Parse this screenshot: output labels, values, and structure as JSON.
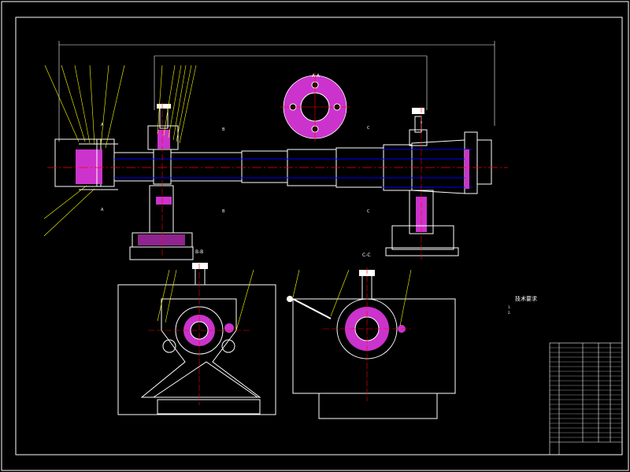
{
  "colors": {
    "background": "#000000",
    "outline": "#ffffff",
    "hidden": "#0000ff",
    "centerline": "#ff0000",
    "section_fill": "#cc33cc",
    "leader": "#ffff00",
    "dimension": "#00ffff"
  },
  "views": {
    "section_a": "A-A",
    "section_b": "B-B",
    "section_c": "C-C",
    "mark_a": "A",
    "mark_b": "B",
    "mark_c": "C"
  },
  "notes": {
    "title": "技术要求",
    "line1": "1.",
    "line2": "2."
  }
}
